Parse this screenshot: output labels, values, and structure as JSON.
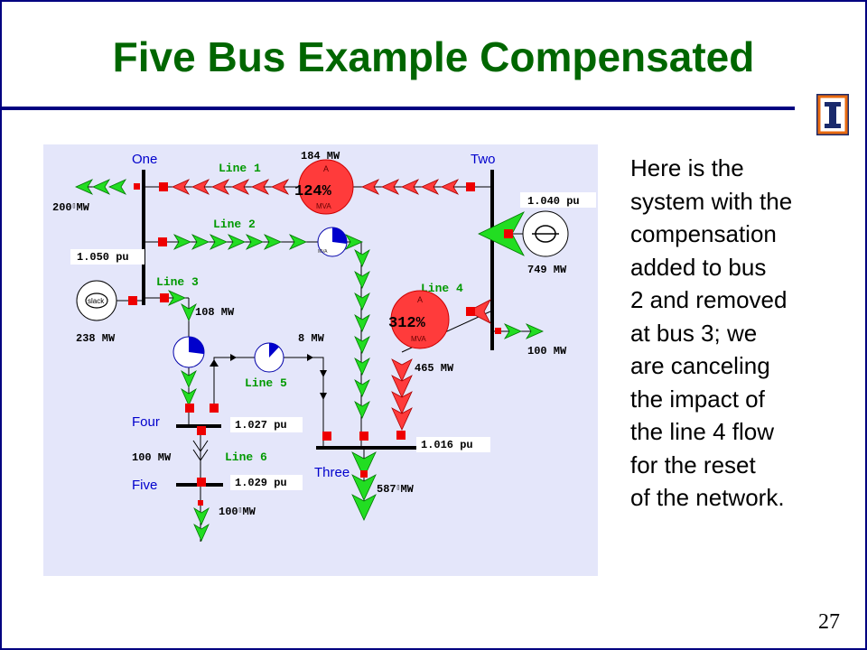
{
  "slide": {
    "title": "Five Bus Example Compensated",
    "body": [
      "Here is the",
      "system with the",
      "compensation",
      "added to bus",
      "2 and removed",
      "at bus 3; we",
      "are canceling",
      "the impact of",
      "the line 4 flow",
      "for the reset",
      "of the network."
    ],
    "page_number": "27"
  },
  "colors": {
    "title": "#006600",
    "rule": "#000080",
    "diagram_bg": "#e4e6fa",
    "arrow": "#22dd22",
    "overload_arrow": "#ff3b3b",
    "breaker": "#ee0000",
    "bus_label": "#0000cc",
    "line_label": "#009900"
  },
  "diagram": {
    "buses": {
      "one": "One",
      "two": "Two",
      "three": "Three",
      "four": "Four",
      "five": "Five"
    },
    "lines": {
      "line1": "Line 1",
      "line2": "Line 2",
      "line3": "Line 3",
      "line4": "Line 4",
      "line5": "Line 5",
      "line6": "Line 6"
    },
    "values": {
      "line1_flow": "184 MW",
      "line1_loading": "124%",
      "line4_loading": "312%",
      "slack_out": "200",
      "gen2_volt": "1.040 pu",
      "bus1_volt": "1.050 pu",
      "gen2_mw": "749 MW",
      "line3_flow": "108 MW",
      "slack_mw": "238 MW",
      "load2": "100 MW",
      "line5_flow": "8 MW",
      "line4_flow": "465 MW",
      "bus4_volt": "1.027 pu",
      "bus3_volt": "1.016 pu",
      "line6_flow": "100 MW",
      "bus5_volt": "1.029 pu",
      "load3": "587",
      "load5": "100",
      "mw_unit": "MW",
      "meter_a": "A",
      "meter_mva": "MVA",
      "slack_label": "slack"
    },
    "gauges": {
      "line2_pct": 0.27,
      "line3_pct": 0.27,
      "line5_pct": 0.12
    }
  }
}
